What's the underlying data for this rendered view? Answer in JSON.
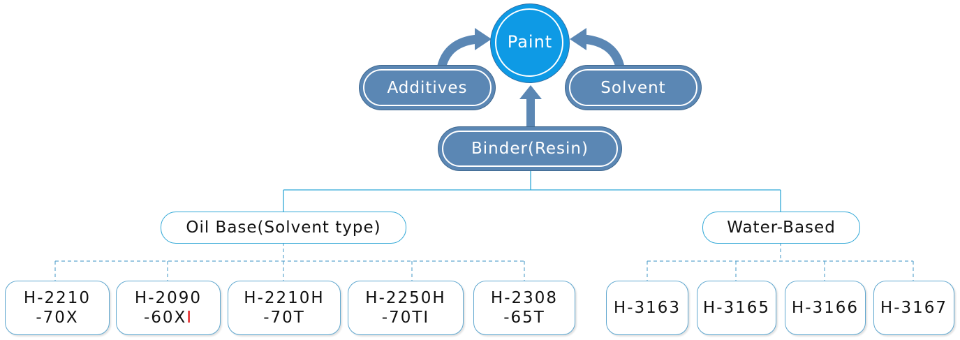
{
  "diagram": {
    "center": "Paint",
    "inputs": {
      "left": "Additives",
      "right": "Solvent",
      "bottom": "Binder(Resin)"
    },
    "categories": [
      {
        "label": "Oil Base(Solvent type)",
        "products": [
          {
            "line1": "H-2210",
            "line2": "-70X"
          },
          {
            "line1": "H-2090",
            "line2": "-60X",
            "suffix": "I",
            "suffix_color": "#e01010"
          },
          {
            "line1": "H-2210H",
            "line2": "-70T"
          },
          {
            "line1": "H-2250H",
            "line2": "-70TI"
          },
          {
            "line1": "H-2308",
            "line2": "-65T"
          }
        ]
      },
      {
        "label": "Water-Based",
        "products": [
          {
            "line1": "H-3163"
          },
          {
            "line1": "H-3165"
          },
          {
            "line1": "H-3166"
          },
          {
            "line1": "H-3167"
          }
        ]
      }
    ],
    "colors": {
      "paint_fill": "#0e9ae5",
      "pill_fill": "#5b87b4",
      "arrow": "#5b87b4",
      "category_border": "#2fa7d6",
      "connector": "#2fa7d6",
      "dashed": "#5fa7cf"
    }
  }
}
